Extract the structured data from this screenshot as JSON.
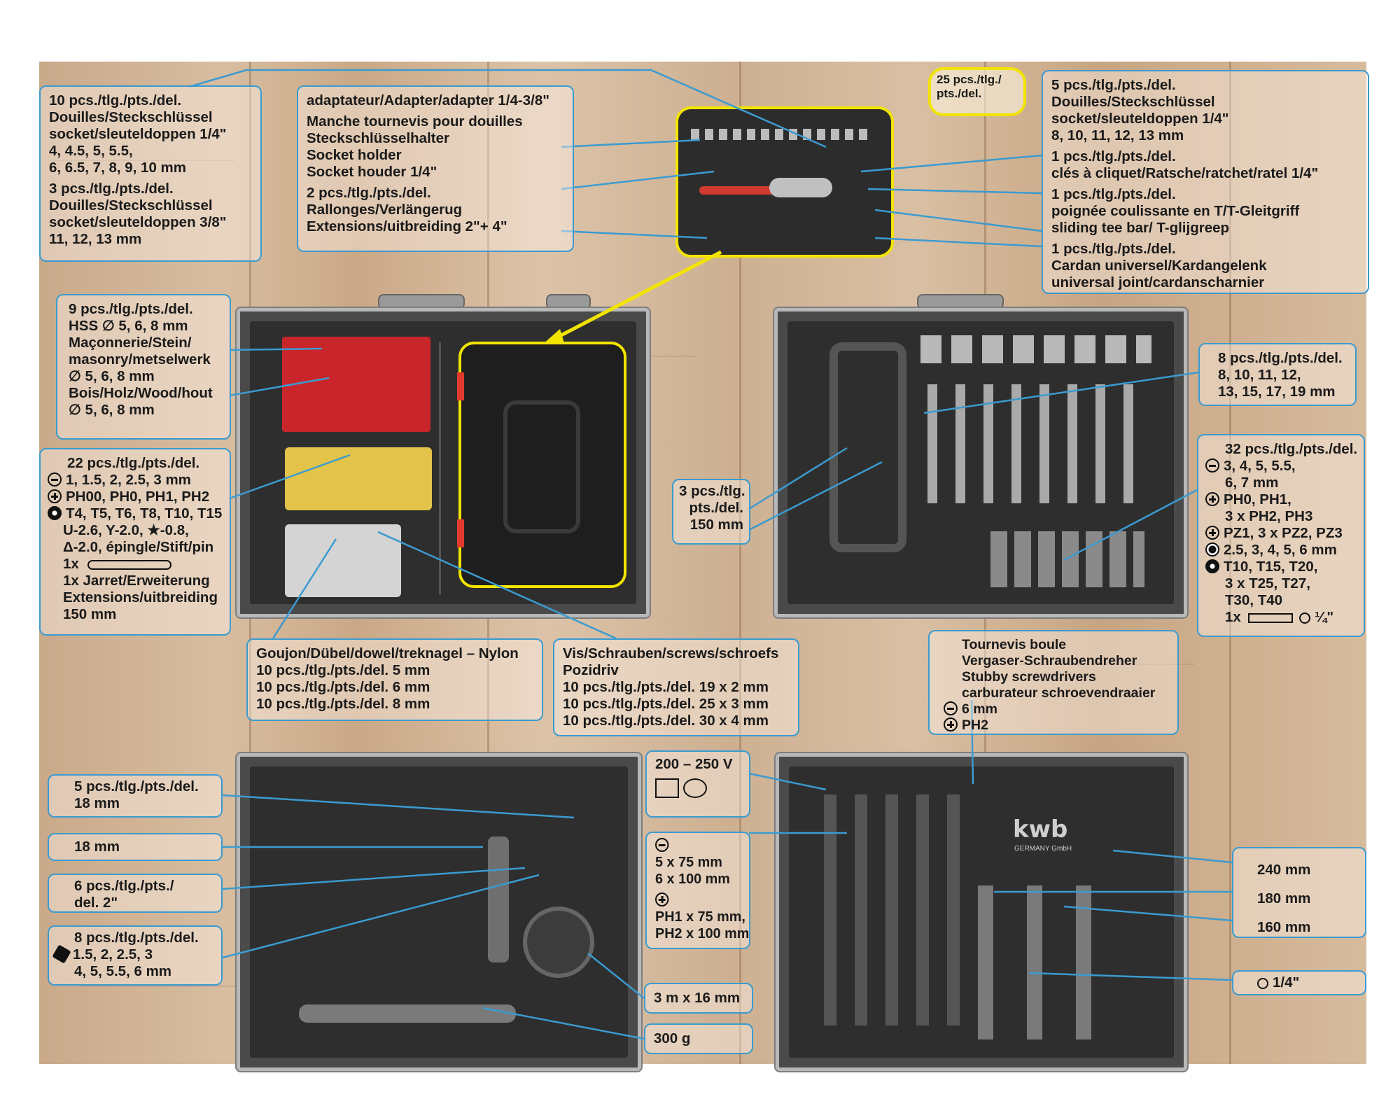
{
  "brand": {
    "logo_text": "kwb",
    "logo_sub": "GERMANY GmbH"
  },
  "colors": {
    "callout_border": "#3b9bd0",
    "highlight_border": "#f2e400",
    "case_foam": "#2e2e2e"
  },
  "callouts": {
    "sockets_small": [
      "10 pcs./tlg./pts./del.",
      "Douilles/Steckschlüssel",
      "socket/sleuteldoppen 1/4\"",
      "4, 4.5, 5, 5.5,",
      "6, 6.5, 7, 8, 9, 10 mm",
      "3 pcs./tlg./pts./del.",
      "Douilles/Steckschlüssel",
      "socket/sleuteldoppen 3/8\"",
      "11, 12, 13 mm"
    ],
    "adapter": [
      "adaptateur/Adapter/adapter  1/4-3/8\"",
      "Manche tournevis pour douilles",
      "Steckschlüsselhalter",
      "Socket holder",
      "Socket houder 1/4\"",
      "2 pcs./tlg./pts./del.",
      "Rallonges/Verlängerug",
      "Extensions/uitbreiding  2\"+ 4\""
    ],
    "set_count": [
      "25 pcs./tlg./",
      "pts./del."
    ],
    "sockets_right": [
      "5 pcs./tlg./pts./del.",
      "Douilles/Steckschlüssel",
      "socket/sleuteldoppen 1/4\"",
      "8, 10, 11, 12, 13 mm",
      "1 pcs./tlg./pts./del.",
      "clés à cliquet/Ratsche/ratchet/ratel 1/4\"",
      "1 pcs./tlg./pts./del.",
      "poignée coulissante en T/T-Gleitgriff",
      "sliding tee bar/ T-glijgreep",
      "1 pcs./tlg./pts./del.",
      "Cardan universel/Kardangelenk",
      "universal joint/cardanscharnier"
    ],
    "drills": [
      "9 pcs./tlg./pts./del.",
      "HSS   ∅ 5, 6, 8 mm",
      "Maçonnerie/Stein/",
      "masonry/metselwerk",
      "∅ 5, 6, 8 mm",
      "Bois/Holz/Wood/hout",
      "∅ 5, 6, 8 mm"
    ],
    "bits": [
      "22 pcs./tlg./pts./del.",
      "1, 1.5, 2, 2.5, 3 mm",
      "PH00, PH0, PH1, PH2",
      "T4, T5, T6, T8, T10, T15",
      "U-2.6, Y-2.0, ★-0.8,",
      "Δ-2.0, épingle/Stift/pin",
      "1x",
      "1x Jarret/Erweiterung",
      "Extensions/uitbreiding",
      "150 mm"
    ],
    "dowels": [
      "Goujon/Dübel/dowel/treknagel – Nylon",
      "10 pcs./tlg./pts./del.   5 mm",
      "10 pcs./tlg./pts./del.   6 mm",
      "10 pcs./tlg./pts./del.   8 mm"
    ],
    "screws": [
      "Vis/Schrauben/screws/schroefs",
      "Pozidriv",
      "10 pcs./tlg./pts./del.   19 x 2 mm",
      "10 pcs./tlg./pts./del.   25 x 3 mm",
      "10 pcs./tlg./pts./del.   30 x 4 mm"
    ],
    "spanners": [
      "8 pcs./tlg./pts./del.",
      "8, 10, 11, 12,",
      "13, 15, 17, 19 mm"
    ],
    "bits32": [
      "32 pcs./tlg./pts./del.",
      "3, 4, 5, 5.5,",
      "6, 7 mm",
      "PH0, PH1,",
      "3 x PH2, PH3",
      "PZ1, 3 x PZ2, PZ3",
      "2.5, 3, 4, 5, 6 mm",
      "T10, T15, T20,",
      "3 x T25, T27,",
      "T30, T40",
      "1x",
      "¼\""
    ],
    "saw": [
      "3 pcs./tlg.",
      "pts./del.",
      "150 mm"
    ],
    "stubby": [
      "Tournevis boule",
      "Vergaser-Schraubendreher",
      "Stubby screwdrivers",
      "carburateur schroevendraaier",
      "6 mm",
      "PH2"
    ],
    "clamps": [
      "5 pcs./tlg./pts./del.",
      "18 mm"
    ],
    "cutter": [
      "18 mm"
    ],
    "clamps2": [
      "6 pcs./tlg./pts./",
      "del.  2\""
    ],
    "hexkeys": [
      "8 pcs./tlg./pts./del.",
      "1.5, 2, 2.5, 3",
      "4, 5, 5.5, 6 mm"
    ],
    "tester": [
      "200 – 250 V"
    ],
    "screwdrivers": [
      "5 x 75 mm",
      "6 x 100 mm",
      "PH1 x 75 mm,",
      "PH2 x 100 mm"
    ],
    "tape": [
      "3 m x 16 mm"
    ],
    "hammer": [
      "300 g"
    ],
    "pliers": [
      "240 mm",
      "180 mm",
      "160 mm"
    ],
    "adapter14": [
      "1/4\""
    ]
  }
}
